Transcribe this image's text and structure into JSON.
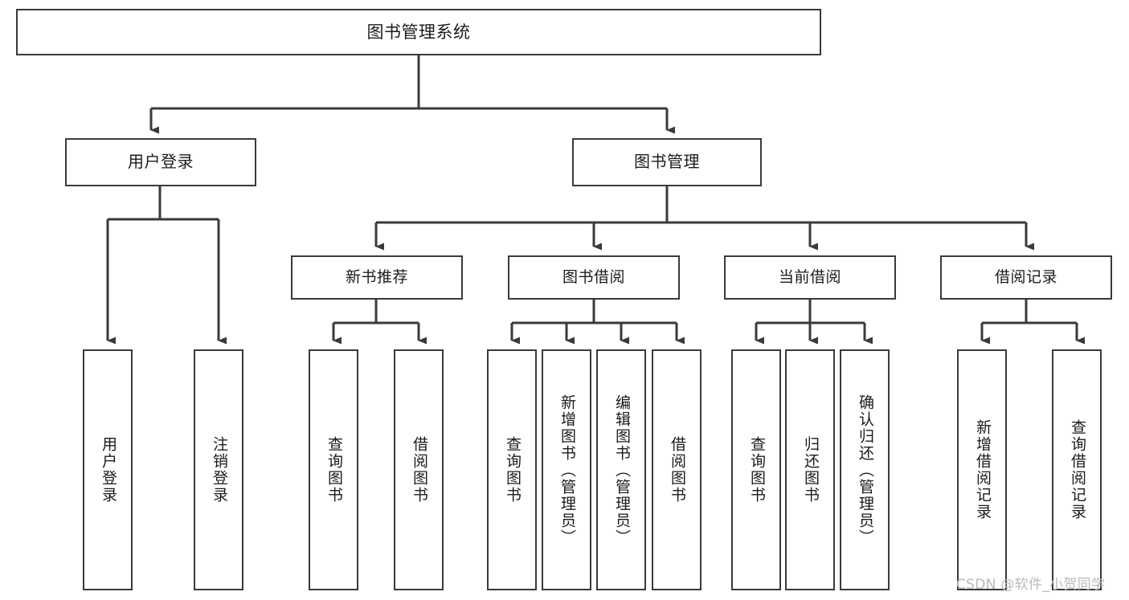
{
  "diagram": {
    "title": "图书管理系统",
    "type": "tree-hierarchy",
    "watermark": "CSDN @软件_小贺同学",
    "colors": {
      "stroke": "#3a3a3a",
      "fill": "#ffffff",
      "text": "#1b1b1b",
      "watermark": "#b9b9b9"
    },
    "nodes": {
      "root": {
        "label": "图书管理系统"
      },
      "level1": [
        {
          "id": "user-login",
          "label": "用户登录"
        },
        {
          "id": "book-manage",
          "label": "图书管理"
        }
      ],
      "level2": [
        {
          "id": "new-book-recommend",
          "label": "新书推荐"
        },
        {
          "id": "book-borrow",
          "label": "图书借阅"
        },
        {
          "id": "current-borrow",
          "label": "当前借阅"
        },
        {
          "id": "borrow-record",
          "label": "借阅记录"
        }
      ],
      "leaves": {
        "user-login": [
          {
            "id": "leaf-user-login",
            "label": "用户登录"
          },
          {
            "id": "leaf-logout-login",
            "label": "注销登录"
          }
        ],
        "new-book-recommend": [
          {
            "id": "leaf-query-book-1",
            "label": "查询图书"
          },
          {
            "id": "leaf-borrow-book-1",
            "label": "借阅图书"
          }
        ],
        "book-borrow": [
          {
            "id": "leaf-query-book-2",
            "label": "查询图书"
          },
          {
            "id": "leaf-add-book",
            "label": "新增图书（管理员）"
          },
          {
            "id": "leaf-edit-book",
            "label": "编辑图书（管理员）"
          },
          {
            "id": "leaf-borrow-book-2",
            "label": "借阅图书"
          }
        ],
        "current-borrow": [
          {
            "id": "leaf-query-book-3",
            "label": "查询图书"
          },
          {
            "id": "leaf-return-book",
            "label": "归还图书"
          },
          {
            "id": "leaf-confirm-return",
            "label": "确认归还（管理员）"
          }
        ],
        "borrow-record": [
          {
            "id": "leaf-add-record",
            "label": "新增借阅记录"
          },
          {
            "id": "leaf-query-record",
            "label": "查询借阅记录"
          }
        ]
      }
    }
  }
}
